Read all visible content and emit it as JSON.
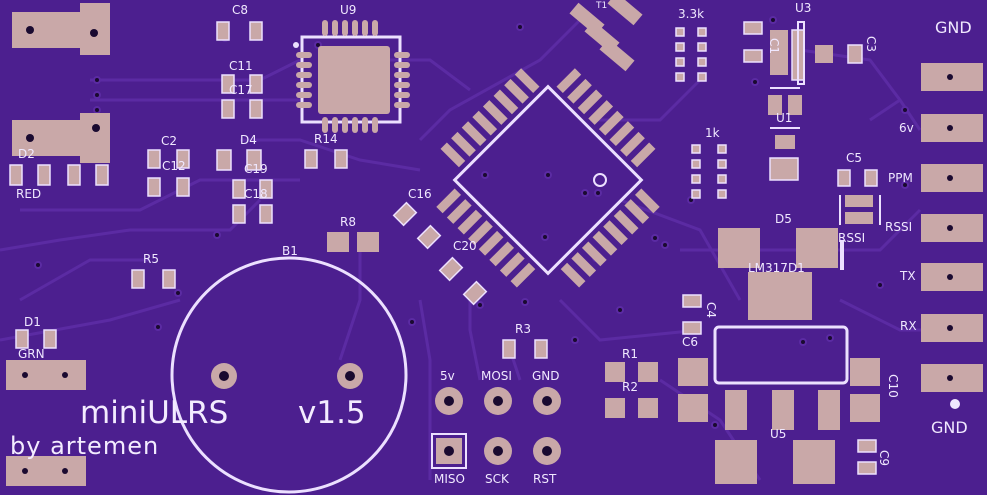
{
  "board": {
    "title": "miniULRS",
    "version": "v1.5",
    "author": "by artemen",
    "colors": {
      "substrate": "#4c1f8f",
      "trace": "#5a2aa0",
      "pad": "#c9a8a8",
      "silk": "#f0e8ff",
      "hole": "#1a0a30"
    }
  },
  "labels": {
    "c8": "C8",
    "u9": "U9",
    "c11": "C11",
    "c17": "C17",
    "d4": "D4",
    "r14": "R14",
    "c2": "C2",
    "c12": "C12",
    "c19": "C19",
    "c18": "C18",
    "d2": "D2",
    "red": "RED",
    "r8": "R8",
    "c16": "C16",
    "c20": "C20",
    "b1": "B1",
    "r5": "R5",
    "d1": "D1",
    "grn": "GRN",
    "r3": "R3",
    "r1": "R1",
    "r2": "R2",
    "c6": "C6",
    "c4": "C4",
    "c10": "C10",
    "c9": "C9",
    "u5": "U5",
    "r3k": "3.3k",
    "u3": "U3",
    "c3": "C3",
    "c1": "C1",
    "u1": "U1",
    "r1k": "1k",
    "c5": "C5",
    "d5": "D5",
    "rssi_jp": "RSSI",
    "lm317": "LM317D1",
    "t1": "T1"
  },
  "header_pins": {
    "top_row": [
      "5v",
      "MOSI",
      "GND"
    ],
    "bottom_row": [
      "MISO",
      "SCK",
      "RST"
    ]
  },
  "right_connector": [
    "GND",
    "6v",
    "PPM",
    "RSSI",
    "TX",
    "RX",
    "GND"
  ]
}
